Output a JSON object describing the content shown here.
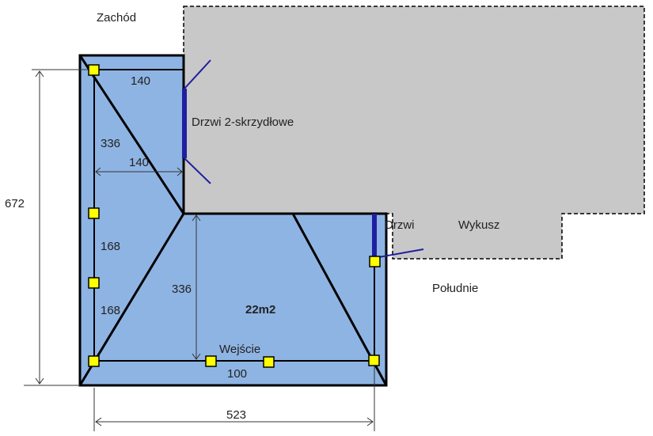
{
  "labels": {
    "west": "Zachód",
    "south": "Południe",
    "double_door": "Drzwi 2-skrzydłowe",
    "door": "Drzwi",
    "bay": "Wykusz",
    "entrance": "Wejście",
    "area": "22m2"
  },
  "dimensions": {
    "total_height": "672",
    "top_width": "140",
    "mid_width": "140",
    "left_upper": "336",
    "left_mid": "168",
    "left_lower": "168",
    "inner_height": "336",
    "bottom_inner": "100",
    "bottom_total": "523"
  },
  "colors": {
    "room_fill": "#8EB4E3",
    "building_fill": "#C8C8C8",
    "door_color": "#1F1FA0",
    "point_fill": "#FFFF00",
    "outline": "#000000"
  }
}
